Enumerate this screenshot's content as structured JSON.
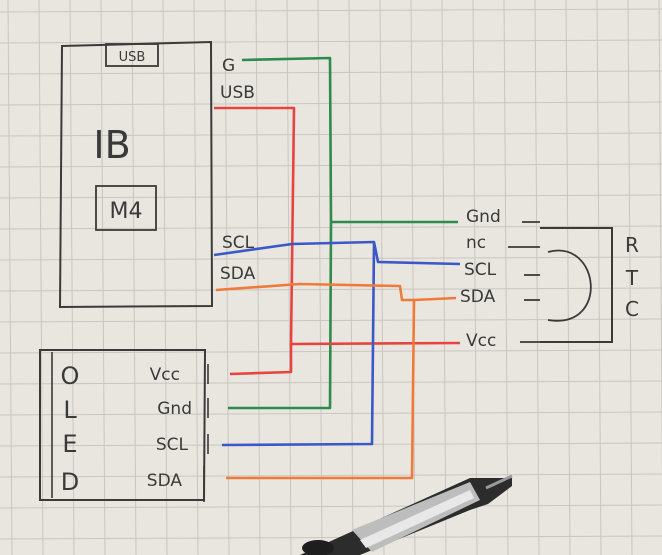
{
  "board": {
    "usb_label": "USB",
    "title": "IB",
    "chip_label": "M4",
    "pins": {
      "g": "G",
      "usb": "USB",
      "scl": "SCL",
      "sda": "SDA"
    }
  },
  "rtc": {
    "letters": [
      "R",
      "T",
      "C"
    ],
    "pins": {
      "gnd": "Gnd",
      "nc": "nc",
      "scl": "SCL",
      "sda": "SDA",
      "vcc": "Vcc"
    }
  },
  "oled": {
    "letters": [
      "O",
      "L",
      "E",
      "D"
    ],
    "pins": {
      "vcc": "Vcc",
      "gnd": "Gnd",
      "scl": "SCL",
      "sda": "SDA"
    }
  },
  "colors": {
    "ground": "#2f8a4f",
    "power": "#e8443f",
    "scl": "#3a58c8",
    "sda": "#f07a3a",
    "ink": "#3a3a3a",
    "grid": "#c9c6bf",
    "paper": "#e9e6df"
  }
}
